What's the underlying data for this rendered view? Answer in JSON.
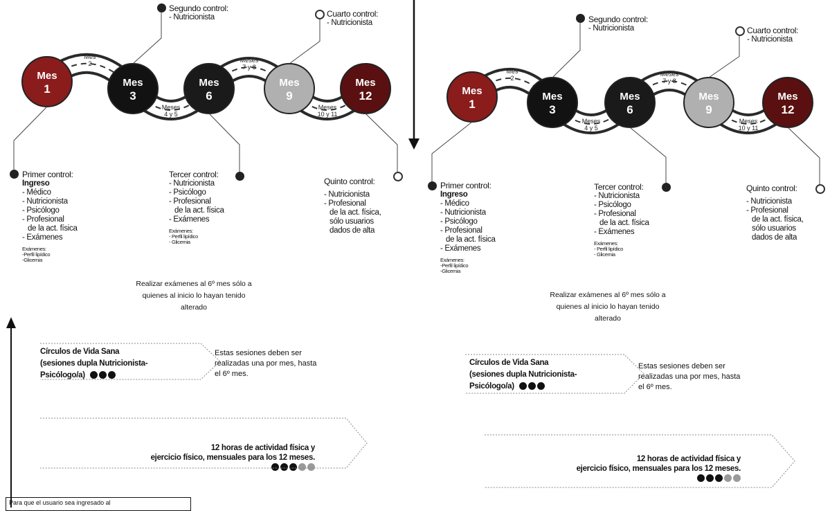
{
  "panels": [
    {
      "months": [
        "Mes\n1",
        "Mes\n3",
        "Mes\n6",
        "Mes\n9",
        "Mes\n12"
      ],
      "transitions": [
        "Mes\n2",
        "Meses\n4 y 5",
        "Meses\n7 y 8",
        "Meses\n10 y 11"
      ],
      "segundo": {
        "title": "Segundo control:",
        "items": [
          "- Nutricionista"
        ]
      },
      "cuarto": {
        "title": "Cuarto control:",
        "items": [
          "- Nutricionista"
        ]
      },
      "primer": {
        "title": "Primer control:",
        "ingreso": "Ingreso",
        "items": [
          "- Médico",
          "- Nutricionista",
          "- Psicólogo",
          "- Profesional",
          "  de la act. física",
          "- Exámenes"
        ],
        "exams": [
          "Exámenes:",
          "-Perfil lipídico",
          "-Glicemia"
        ]
      },
      "tercer": {
        "title": "Tercer control:",
        "items": [
          "- Nutricionista",
          "- Psicólogo",
          "- Profesional",
          "  de la act. física",
          "- Exámenes"
        ],
        "exams": [
          "Exámenes:",
          "- Perfil lipídico",
          "- Glicemia"
        ]
      },
      "quinto": {
        "title": "Quinto control:",
        "items": [
          "- Nutricionista",
          "- Profesional",
          "  de la act. física,",
          "  sólo usuarios",
          "  dados de alta"
        ]
      },
      "note": [
        "Realizar exámenes al 6º mes sólo a",
        "quienes al inicio lo hayan tenido",
        "alterado"
      ],
      "sessions": [
        "Círculos de Vida Sana",
        "(sesiones dupla Nutricionista-",
        "Psicólogo/a)"
      ],
      "sessions_desc": [
        "Estas sesiones deben ser",
        "realizadas una por mes, hasta",
        "el 6º mes."
      ],
      "activity": [
        "12 horas de actividad física y",
        "ejercicio físico, mensuales para los 12 meses."
      ]
    },
    {
      "months": [
        "Mes\n1",
        "Mes\n3",
        "Mes\n6",
        "Mes\n9",
        "Mes\n12"
      ],
      "transitions": [
        "Mes\n2",
        "Meses\n4 y 5",
        "Meses\n7 y 8",
        "Meses\n10 y 11"
      ],
      "segundo": {
        "title": "Segundo control:",
        "items": [
          "- Nutricionista"
        ]
      },
      "cuarto": {
        "title": "Cuarto control:",
        "items": [
          "- Nutricionista"
        ]
      },
      "primer": {
        "title": "Primer control:",
        "ingreso": "Ingreso",
        "items": [
          "- Médico",
          "- Nutricionista",
          "- Psicólogo",
          "- Profesional",
          "  de la act. física",
          "- Exámenes"
        ],
        "exams": [
          "Exámenes:",
          "-Perfil lipídico",
          "-Glicemia"
        ]
      },
      "tercer": {
        "title": "Tercer control:",
        "items": [
          "- Nutricionista",
          "- Psicólogo",
          "- Profesional",
          "  de la act. física",
          "- Exámenes"
        ],
        "exams": [
          "Exámenes:",
          "- Perfil lipídico",
          "- Glicemia"
        ]
      },
      "quinto": {
        "title": "Quinto control:",
        "items": [
          "- Nutricionista",
          "- Profesional",
          "  de la act. física,",
          "  sólo usuarios",
          "  dados de alta"
        ]
      },
      "note": [
        "Realizar exámenes al 6º mes sólo a",
        "quienes al inicio lo hayan tenido",
        "alterado"
      ],
      "sessions": [
        "Círculos de Vida Sana",
        "(sesiones dupla Nutricionista-",
        "Psicólogo/a)"
      ],
      "sessions_desc": [
        "Estas sesiones deben ser",
        "realizadas una por mes, hasta",
        "el 6º mes."
      ],
      "activity": [
        "12 horas de actividad física y",
        "ejercicio físico, mensuales para los 12 meses."
      ]
    }
  ],
  "bottom_box": "Para que el usuario sea ingresado al",
  "colors": {
    "mes1": "#8a1c1c",
    "mes3": "#121212",
    "mes6": "#1a1a1a",
    "mes9": "#b0b0b0",
    "mes12": "#5a1010",
    "road": "#2a2a2a"
  }
}
